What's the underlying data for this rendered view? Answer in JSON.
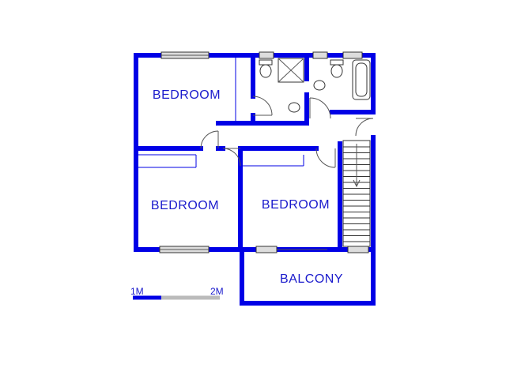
{
  "rooms": {
    "bedroom_1": "BEDROOM",
    "bedroom_2": "BEDROOM",
    "bedroom_3": "BEDROOM",
    "balcony": "BALCONY"
  },
  "scale": {
    "start_label": "1M",
    "end_label": "2M"
  },
  "colors": {
    "wall": "#0000e6",
    "label": "#1a1acc",
    "scale_gray": "#bbbbbb"
  }
}
